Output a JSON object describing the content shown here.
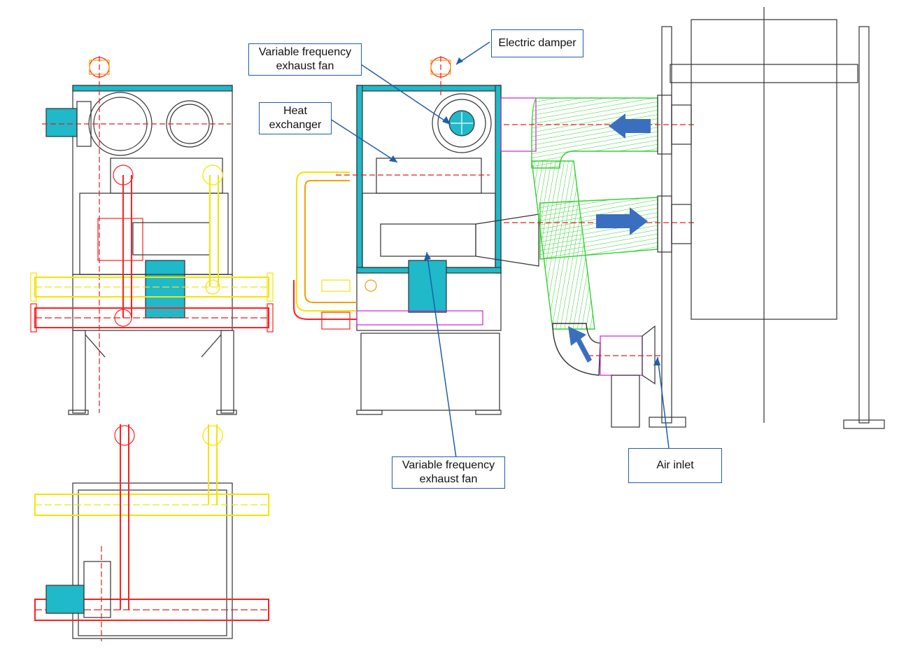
{
  "labels": {
    "electric_damper": "Electric damper",
    "vf_fan_top": "Variable frequency\nexhaust fan",
    "heat_exchanger": "Heat\nexchanger",
    "vf_fan_bottom": "Variable frequency\nexhaust fan",
    "air_inlet": "Air inlet"
  },
  "colors": {
    "line": "#333333",
    "pipe_red": "#ff2020",
    "pipe_yellow": "#f2e600",
    "duct_green": "#32d232",
    "insulation_cyan": "#1fb9c9",
    "accent_magenta": "#d21ed2",
    "callout_border": "#1f5fa8",
    "arrow_blue": "#3a6fc0",
    "center_line": "#e02020"
  },
  "icons": [
    "flow-arrow-icon",
    "fan-impeller-icon",
    "motor-icon"
  ]
}
